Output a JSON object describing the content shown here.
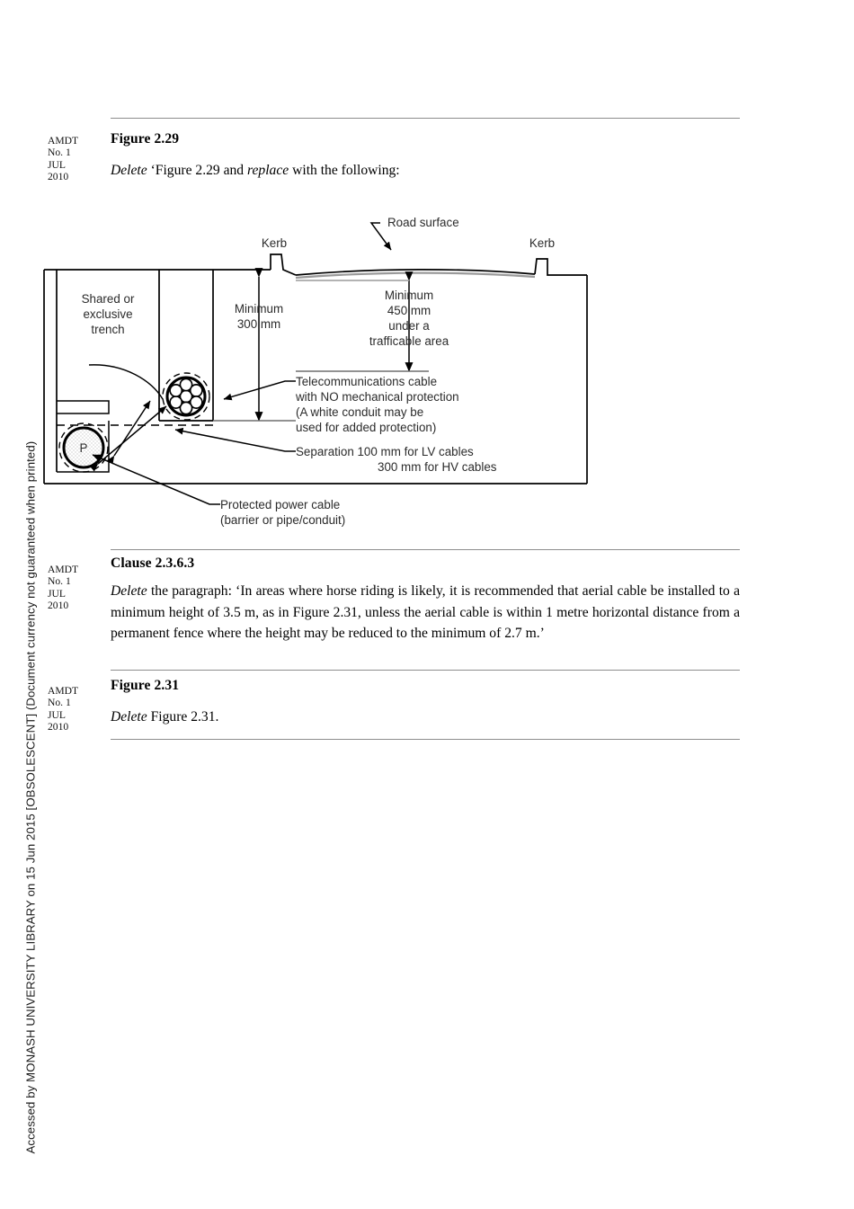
{
  "watermark": {
    "text": "Accessed by MONASH UNIVERSITY LIBRARY on 15 Jun 2015  [OBSOLESCENT] (Document currency not guaranteed when printed)"
  },
  "sections": [
    {
      "amdt": {
        "l1": "AMDT",
        "l2": "No. 1",
        "l3": "JUL",
        "l4": "2010"
      },
      "title": "Figure 2.29",
      "body_prefix": "Delete",
      "body_rest": " ‘Figure 2.29 and ",
      "body_ital2": "replace",
      "body_tail": " with the following:"
    },
    {
      "amdt": {
        "l1": "AMDT",
        "l2": "No. 1",
        "l3": "JUL",
        "l4": "2010"
      },
      "title": "Clause 2.3.6.3",
      "body_prefix": "Delete",
      "body_text": " the paragraph: ‘In areas where horse riding is likely, it is recommended that aerial cable be installed to a minimum height of 3.5 m, as in Figure 2.31, unless the aerial cable is within 1 metre horizontal distance from a permanent fence where the height may be reduced to the minimum of 2.7 m.’"
    },
    {
      "amdt": {
        "l1": "AMDT",
        "l2": "No. 1",
        "l3": "JUL",
        "l4": "2010"
      },
      "title": "Figure 2.31",
      "body_prefix": "Delete",
      "body_text": " Figure 2.31."
    }
  ],
  "figure": {
    "labels": {
      "road_surface": "Road surface",
      "kerb_left": "Kerb",
      "kerb_right": "Kerb",
      "trench_l1": "Shared or",
      "trench_l2": "exclusive",
      "trench_l3": "trench",
      "min300_l1": "Minimum",
      "min300_l2": "300 mm",
      "min450_l1": "Minimum",
      "min450_l2": "450 mm",
      "min450_l3": "under a",
      "min450_l4": "trafficable area",
      "telecom_l1": "Telecommunications cable",
      "telecom_l2": "with NO mechanical protection",
      "telecom_l3": "(A white conduit may be",
      "telecom_l4": "used for added protection)",
      "separation_l1": "Separation 100 mm for LV cables",
      "separation_l2": "300 mm for HV cables",
      "power_l1": "Protected power cable",
      "power_l2": "(barrier or pipe/conduit)",
      "power_symbol": "P"
    },
    "colors": {
      "line": "#000000",
      "text": "#2b2b2b",
      "fill": "#ffffff",
      "hatch": "#efefef"
    }
  }
}
